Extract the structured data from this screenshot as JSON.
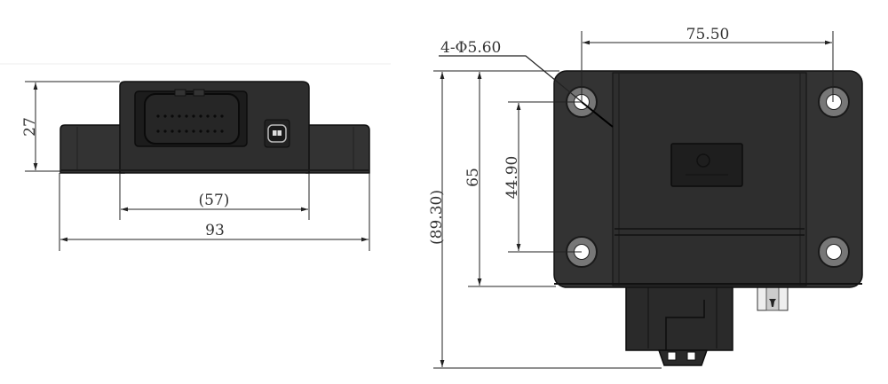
{
  "drawing": {
    "views": {
      "front_view": {
        "dimensions": {
          "height": "27",
          "body_width": "(57)",
          "total_width": "93"
        },
        "features": [
          "main-connector-24pin",
          "secondary-connector-2pin",
          "mounting-flanges"
        ]
      },
      "top_view": {
        "dimensions": {
          "hole_callout": "4-Φ5.60",
          "hole_spacing_horizontal": "75.50",
          "hole_spacing_vertical": "44.90",
          "body_length": "65",
          "overall_length": "(89.30)"
        },
        "features": [
          "mounting-holes-4",
          "label-plate",
          "main-connector",
          "secondary-connector"
        ]
      }
    },
    "colors": {
      "body": "#2e2e2e",
      "body_edge": "#111111",
      "flange": "#3a3a3a",
      "hole_ring": "#8a8a8a",
      "dimension_line": "#222222",
      "background": "#ffffff"
    }
  }
}
